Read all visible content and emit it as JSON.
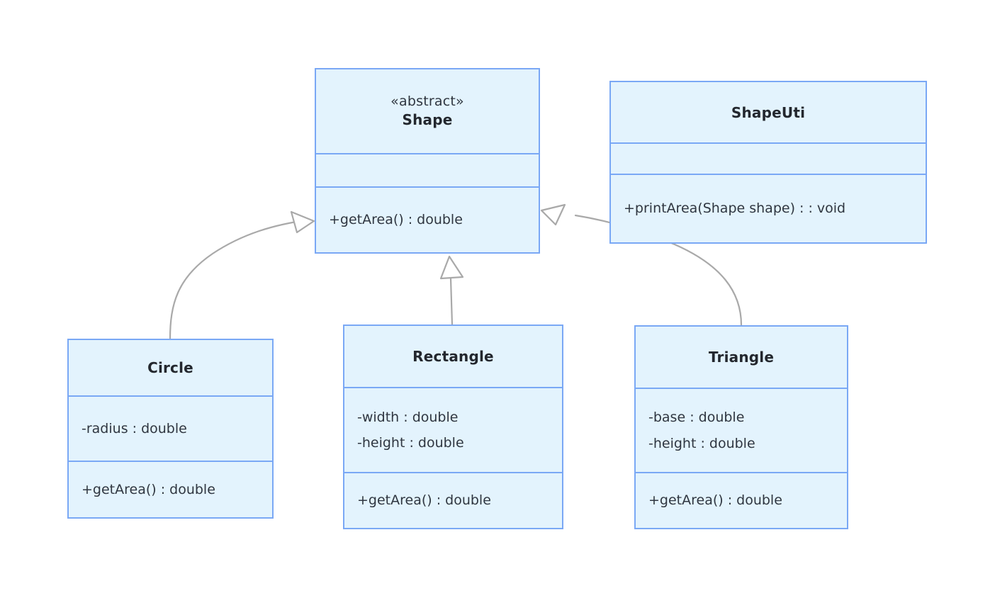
{
  "diagram": {
    "type": "uml-class-diagram",
    "title": "Shape hierarchy class diagram",
    "background_color": "#ffffff",
    "node_fill_color": "#e3f3fd",
    "node_border_color": "#7aa8f5",
    "text_color": "#2f3640",
    "connector_color": "#a9a9a9"
  },
  "classes": {
    "shape": {
      "stereotype": "«abstract»",
      "name": "Shape",
      "attributes": [],
      "methods": [
        "+getArea() : double"
      ]
    },
    "shape_util": {
      "name": "ShapeUti",
      "attributes": [],
      "methods": [
        "+printArea(Shape shape) : : void"
      ]
    },
    "circle": {
      "name": "Circle",
      "attributes": [
        "-radius : double"
      ],
      "methods": [
        "+getArea() : double"
      ]
    },
    "rectangle": {
      "name": "Rectangle",
      "attributes": [
        "-width : double",
        "-height : double"
      ],
      "methods": [
        "+getArea() : double"
      ]
    },
    "triangle": {
      "name": "Triangle",
      "attributes": [
        "-base : double",
        "-height : double"
      ],
      "methods": [
        "+getArea() : double"
      ]
    }
  },
  "relationships": [
    {
      "name": "circle-inherits-shape",
      "from": "Circle",
      "to": "Shape",
      "kind": "generalization",
      "arrowhead": "hollow-triangle"
    },
    {
      "name": "rectangle-inherits-shape",
      "from": "Rectangle",
      "to": "Shape",
      "kind": "generalization",
      "arrowhead": "hollow-triangle"
    },
    {
      "name": "triangle-inherits-shape",
      "from": "Triangle",
      "to": "Shape",
      "kind": "generalization",
      "arrowhead": "hollow-triangle"
    }
  ]
}
